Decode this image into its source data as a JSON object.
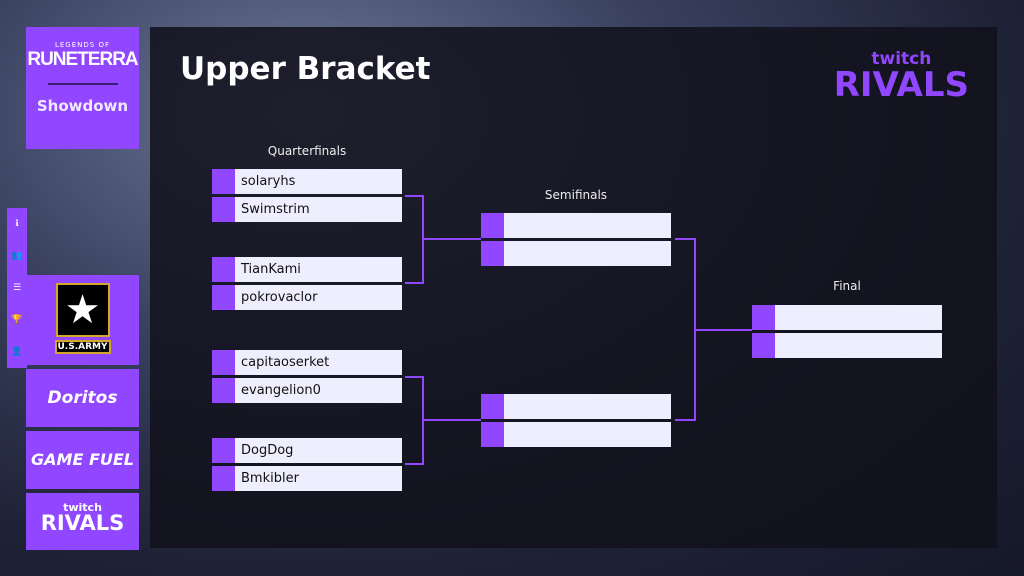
{
  "sidebar": {
    "game_small": "LEGENDS OF",
    "game": "RUNETERRA",
    "event": "Showdown",
    "icons": [
      "info-icon",
      "teams-icon",
      "standings-icon",
      "trophy-icon",
      "players-icon"
    ],
    "sponsors": {
      "army": "U.S.ARMY",
      "doritos": "Doritos",
      "gamefuel": "GAME FUEL",
      "twitch_a": "twitch",
      "twitch_b": "RIVALS"
    }
  },
  "header": {
    "title": "Upper Bracket",
    "brand_a": "twitch",
    "brand_b": "RIVALS"
  },
  "rounds": {
    "qf": "Quarterfinals",
    "sf": "Semifinals",
    "f": "Final"
  },
  "qf_players": [
    "solaryhs",
    "Swimstrim",
    "TianKami",
    "pokrovaclor",
    "capitaoserket",
    "evangelion0",
    "DogDog",
    "Bmkibler"
  ],
  "colors": {
    "accent": "#9146ff",
    "slot": "#efeeff"
  }
}
